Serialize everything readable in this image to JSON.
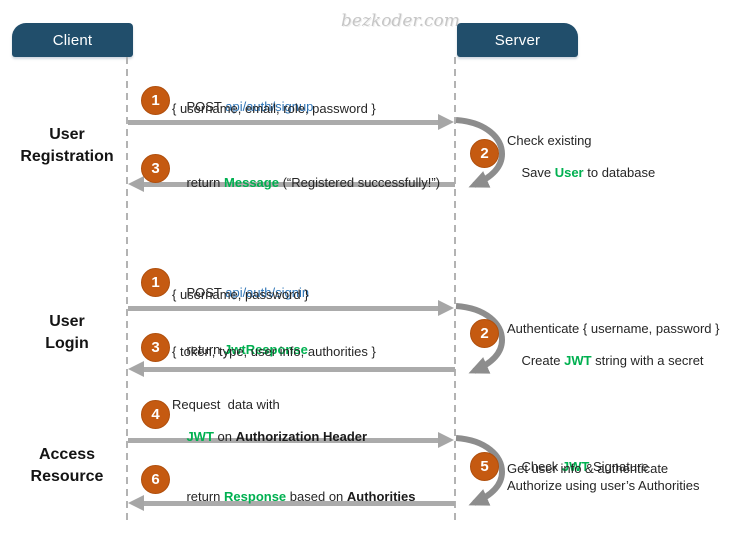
{
  "watermark": "bezkoder.com",
  "actors": {
    "client": "Client",
    "server": "Server"
  },
  "colors": {
    "actor_bg": "#214E6B",
    "step_circle": "#C55A11",
    "endpoint_link": "#2E74B5",
    "highlight_green": "#00B050",
    "arrow_gray": "#ABABAB",
    "loop_arrow_gray": "#8D8D8D",
    "watermark_gray": "#C6C6C6"
  },
  "registration": {
    "label_line1": "User",
    "label_line2": "Registration",
    "step1": {
      "num": "1",
      "line1_pre": "POST ",
      "line1_link": "api/auth/signup",
      "line2": "{ username, email, role, password }"
    },
    "server_step": {
      "num": "2",
      "line1": "Check existing",
      "line2_pre": "Save ",
      "line2_hl": "User",
      "line2_post": " to database"
    },
    "step3": {
      "num": "3",
      "pre": "return ",
      "hl": "Message",
      "post": " (“Registered successfully!”)"
    }
  },
  "login": {
    "label_line1": "User",
    "label_line2": "Login",
    "step1": {
      "num": "1",
      "line1_pre": "POST ",
      "line1_link": "api/auth/signin",
      "line2": "{ username, password }"
    },
    "server_step": {
      "num": "2",
      "line1": "Authenticate { username, password }",
      "line2_pre": "Create ",
      "line2_hl": "JWT",
      "line2_post": " string with a secret"
    },
    "step3": {
      "num": "3",
      "pre": "return ",
      "hl": "JwtResponse",
      "line2": "{ token, type, user info, authorities }"
    }
  },
  "access": {
    "label_line1": "Access",
    "label_line2": "Resource",
    "step4": {
      "num": "4",
      "line1": "Request  data with",
      "line2_hl": "JWT",
      "line2_mid": " on ",
      "line2_bold": "Authorization Header"
    },
    "server_step": {
      "num": "5",
      "line1_pre": "Check ",
      "line1_hl": "JWT",
      "line1_post": " Signature",
      "line2": "Get user info & authenticate",
      "line3": "Authorize using user’s Authorities"
    },
    "step6": {
      "num": "6",
      "pre": "return ",
      "hl": "Response",
      "mid": " based on ",
      "bold": "Authorities"
    }
  }
}
